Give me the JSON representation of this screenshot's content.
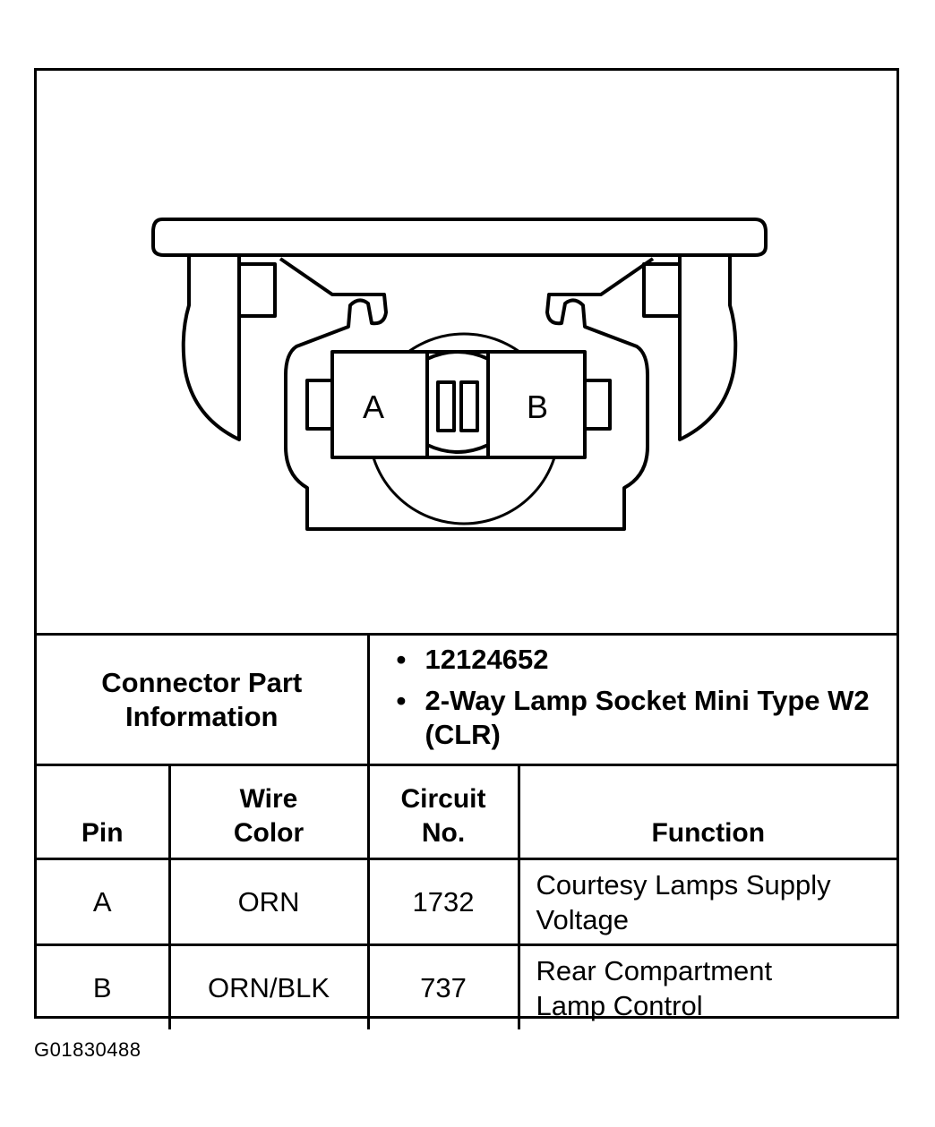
{
  "connector": {
    "pin_labels": [
      "A",
      "B"
    ]
  },
  "part_info": {
    "label_line1": "Connector Part",
    "label_line2": "Information",
    "items": [
      "12124652",
      "2-Way Lamp Socket Mini Type W2 (CLR)"
    ]
  },
  "table": {
    "headers": {
      "pin": "Pin",
      "wire_color_line1": "Wire",
      "wire_color_line2": "Color",
      "circuit_line1": "Circuit",
      "circuit_line2": "No.",
      "function": "Function"
    },
    "rows": [
      {
        "pin": "A",
        "wire_color": "ORN",
        "circuit": "1732",
        "function_line1": "Courtesy Lamps Supply",
        "function_line2": "Voltage"
      },
      {
        "pin": "B",
        "wire_color": "ORN/BLK",
        "circuit": "737",
        "function_line1": "Rear Compartment",
        "function_line2": "Lamp Control"
      }
    ]
  },
  "figure_id": "G01830488"
}
